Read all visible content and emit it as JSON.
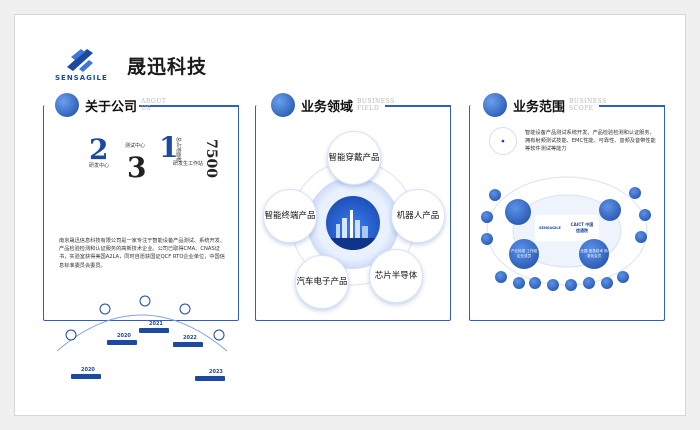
{
  "brand": {
    "logo_text": "SENSAGILE",
    "title": "晟迅科技"
  },
  "panels": {
    "about": {
      "title": "关于公司",
      "en": [
        "ABOUT",
        "US"
      ],
      "stats": {
        "n1": "2",
        "n1_label": "研发中心",
        "n2": "3",
        "n2_label": "测试中心",
        "n3": "1",
        "n3_label": "研发生工作站",
        "n4": "7500",
        "n4_label": "总占地面积"
      },
      "text": "南京晟迅信息科技有限公司是一家专注于智能设备产品测试、系统开发、产品检验检测和认证服务的高新技术企业。公司已取得CMA、CNAS证书，实验室获得美国A2LA，同时自愿获国证QCF RTO企业单位，中国信息标准委员会委员。",
      "years": [
        "2020",
        "2021",
        "2022",
        "2020",
        "2023"
      ]
    },
    "business": {
      "title": "业务领域",
      "en": [
        "BUSINESS",
        "FIELD"
      ],
      "items": [
        "智能穿戴产品",
        "机器人产品",
        "芯片半导体",
        "汽车电子产品",
        "智能终端产品"
      ]
    },
    "scope": {
      "title": "业务范围",
      "en": [
        "BUSINESS",
        "SCOPE"
      ],
      "text": "智能设备产品测试系统开发、产品检验检测和认证服务，拥有射频测试技能、EMC性能、可靠性、音频及音带性能等软件测试等能力",
      "center_left": "SENSAGILE",
      "center_right": "CAICT 中国信通院",
      "left_bubble": "产业标准 工作组 企业成员",
      "right_bubble": "全国 信息技术 标准化会员"
    }
  }
}
